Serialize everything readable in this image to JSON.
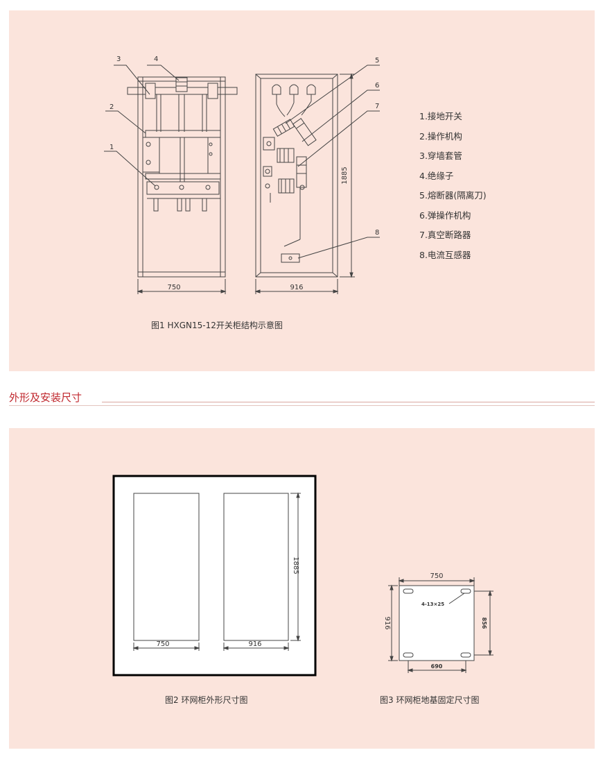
{
  "figure1": {
    "caption": "图1 HXGN15-12开关柜结构示意图",
    "callouts": [
      "1",
      "2",
      "3",
      "4",
      "5",
      "6",
      "7",
      "8"
    ],
    "dim_width_left": "750",
    "dim_width_right": "916",
    "dim_height": "1885",
    "legend": [
      "1.接地开关",
      "2.操作机构",
      "3.穿墙套管",
      "4.绝缘子",
      "5.熔断器(隔离刀)",
      "6.弹操作机构",
      "7.真空断路器",
      "8.电流互感器"
    ]
  },
  "section": {
    "title": "外形及安装尺寸"
  },
  "figure2": {
    "caption": "图2 环网柜外形尺寸图",
    "dim_width_left": "750",
    "dim_width_right": "916",
    "dim_height": "1885"
  },
  "figure3": {
    "caption": "图3 环网柜地基固定尺寸图",
    "dim_top": "750",
    "dim_bottom": "690",
    "dim_left": "916",
    "dim_right": "856",
    "hole_label": "4-13×25"
  },
  "colors": {
    "panel_bg": "#fbe4dc",
    "title_red": "#c0272d",
    "line": "#444444"
  }
}
